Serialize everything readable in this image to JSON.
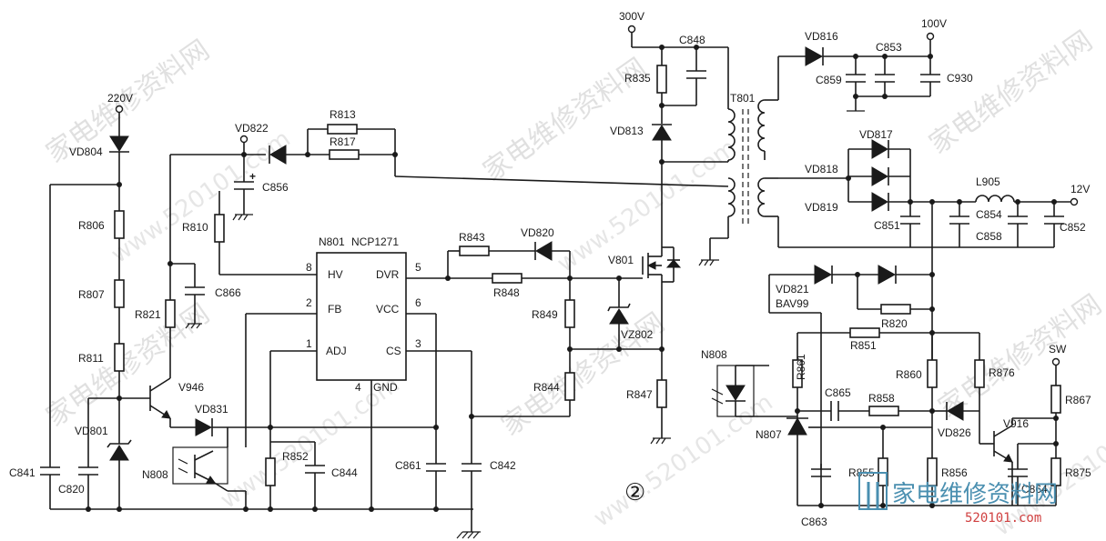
{
  "watermarks": {
    "cn": "家电维修资料网",
    "url": "www.520101.com"
  },
  "circle_mark": "②",
  "logo": {
    "text": "家电维修资料网",
    "url": "520101.com"
  },
  "ic": {
    "name": "N801",
    "part": "NCP1271",
    "pins": {
      "hv": "HV",
      "fb": "FB",
      "adj": "ADJ",
      "dvr": "DVR",
      "vcc": "VCC",
      "cs": "CS",
      "gnd": "GND",
      "n8": "8",
      "n2": "2",
      "n1": "1",
      "n5": "5",
      "n6": "6",
      "n3": "3",
      "n4": "4"
    }
  },
  "labels": {
    "v220": "220V",
    "v300": "300V",
    "v100": "100V",
    "v12": "12V",
    "sw": "SW",
    "VD804": "VD804",
    "R806": "R806",
    "R807": "R807",
    "R811": "R811",
    "VD801": "VD801",
    "C841": "C841",
    "C820": "C820",
    "R810": "R810",
    "R821": "R821",
    "C866": "C866",
    "V946": "V946",
    "VD831": "VD831",
    "N808": "N808",
    "R852": "R852",
    "C844": "C844",
    "VD822": "VD822",
    "R813": "R813",
    "R817": "R817",
    "C856": "C856",
    "C861": "C861",
    "C842": "C842",
    "R843": "R843",
    "VD820": "VD820",
    "R848": "R848",
    "R849": "R849",
    "R844": "R844",
    "V801": "V801",
    "VZ802": "VZ802",
    "R847": "R847",
    "R835": "R835",
    "C848": "C848",
    "VD813": "VD813",
    "T801": "T801",
    "VD816": "VD816",
    "C853": "C853",
    "C859": "C859",
    "C930": "C930",
    "VD817": "VD817",
    "VD818": "VD818",
    "VD819": "VD819",
    "L905": "L905",
    "C851": "C851",
    "C854": "C854",
    "C858": "C858",
    "C852": "C852",
    "VD821": "VD821",
    "BAV99": "BAV99",
    "R820": "R820",
    "R851": "R851",
    "R861": "R861",
    "R860": "R860",
    "R876": "R876",
    "N808b": "N808",
    "C865": "C865",
    "R858": "R858",
    "VD826": "VD826",
    "N807": "N807",
    "V916": "V916",
    "R867": "R867",
    "R855": "R855",
    "R856": "R856",
    "C864": "C864",
    "R875": "R875",
    "C863": "C863"
  }
}
